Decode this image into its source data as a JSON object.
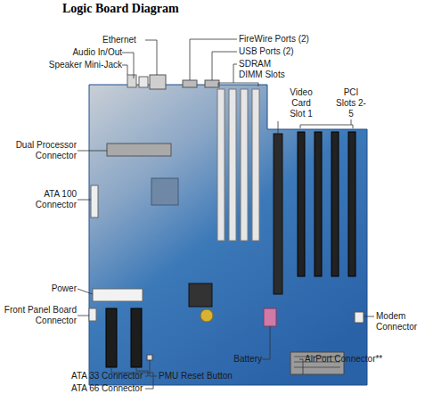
{
  "diagram": {
    "title": "Logic Board Diagram",
    "labels": [
      "Ethernet",
      "Audio In/Out",
      "Speaker Mini-Jack",
      "FireWire Ports (2)",
      "USB Ports (2)",
      "SDRAM DIMM Slots",
      "Video Card Slot 1",
      "PCI Slots 2-5",
      "Dual Processor Connector",
      "ATA 100 Connector",
      "Power",
      "Front Panel Board Connector",
      "Modem Connector",
      "Battery",
      "AirPort Connector**",
      "ATA 33 Connector",
      "ATA 66 Connector",
      "PMU Reset Button"
    ]
  }
}
